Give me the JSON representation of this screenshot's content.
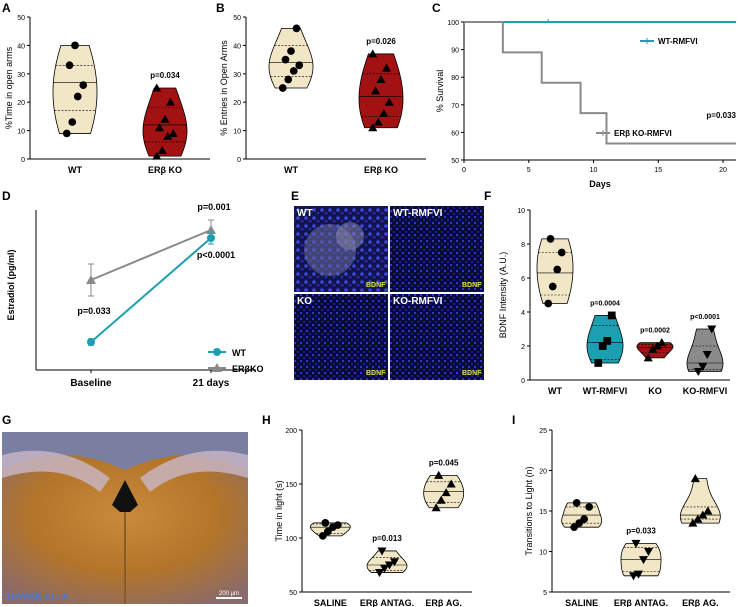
{
  "panels": {
    "A": "A",
    "B": "B",
    "C": "C",
    "D": "D",
    "E": "E",
    "F": "F",
    "G": "G",
    "H": "H",
    "I": "I"
  },
  "colors": {
    "beige": "#f1e7c7",
    "darkred": "#a31212",
    "teal": "#1c9fb0",
    "gray": "#8a8a8a",
    "black": "#000000"
  },
  "chart_data": [
    {
      "id": "A",
      "type": "violin",
      "ylabel": "%Time in open arms",
      "ylim": [
        0,
        50
      ],
      "yticks": [
        0,
        10,
        20,
        30,
        40,
        50
      ],
      "categories": [
        "WT",
        "ERβ KO"
      ],
      "groups": [
        {
          "category": "WT",
          "color": "#f1e7c7",
          "marker": "circle",
          "values": [
            9,
            13,
            22,
            26,
            33,
            40
          ],
          "q": [
            17,
            27,
            33
          ]
        },
        {
          "category": "ERβ KO",
          "color": "#a31212",
          "marker": "triangle",
          "values": [
            1,
            3,
            8,
            9,
            11,
            14,
            20,
            25
          ],
          "q": [
            6,
            12,
            18
          ]
        }
      ],
      "annotations": [
        {
          "category": "ERβ KO",
          "text": "p=0.034"
        }
      ]
    },
    {
      "id": "B",
      "type": "violin",
      "ylabel": "% Entries in Open Arms",
      "ylim": [
        0,
        50
      ],
      "yticks": [
        0,
        10,
        20,
        30,
        40,
        50
      ],
      "categories": [
        "WT",
        "ERβ KO"
      ],
      "groups": [
        {
          "category": "WT",
          "color": "#f1e7c7",
          "marker": "circle",
          "values": [
            25,
            28,
            31,
            33,
            35,
            38,
            46
          ],
          "q": [
            29,
            34,
            40
          ]
        },
        {
          "category": "ERβ KO",
          "color": "#a31212",
          "marker": "triangle",
          "values": [
            11,
            13,
            16,
            20,
            24,
            28,
            32,
            37
          ],
          "q": [
            15,
            22,
            30
          ]
        }
      ],
      "annotations": [
        {
          "category": "ERβ KO",
          "text": "p=0.026"
        }
      ]
    },
    {
      "id": "C",
      "type": "line",
      "xlabel": "Days",
      "ylabel": "% Survival",
      "xlim": [
        0,
        21
      ],
      "xticks": [
        0,
        5,
        10,
        15,
        20
      ],
      "ylim": [
        50,
        100
      ],
      "yticks": [
        50,
        60,
        70,
        80,
        90,
        100
      ],
      "series": [
        {
          "name": "WT-RMFVI",
          "color": "#1c9fb0",
          "x": [
            0,
            21
          ],
          "y": [
            100,
            100
          ]
        },
        {
          "name": "ERβ KO-RMFVI",
          "color": "#8a8a8a",
          "x": [
            0,
            3,
            3,
            6,
            6,
            9,
            9,
            11,
            11,
            21
          ],
          "y": [
            100,
            100,
            89,
            89,
            78,
            78,
            67,
            67,
            56,
            56
          ]
        }
      ],
      "annotations": [
        {
          "text": "p=0.033"
        }
      ]
    },
    {
      "id": "D",
      "type": "line",
      "ylabel": "Estradiol (pg/ml)",
      "ylim": [
        20,
        60
      ],
      "categories": [
        "Baseline",
        "21 days"
      ],
      "series": [
        {
          "name": "WT",
          "color": "#1c9fb0",
          "marker": "circle",
          "values": [
            27,
            53
          ],
          "err": [
            0.8,
            1.5
          ]
        },
        {
          "name": "ERβKO",
          "color": "#8a8a8a",
          "marker": "triangle",
          "values": [
            42.5,
            55
          ],
          "err": [
            4,
            2.5
          ]
        }
      ],
      "annotations": [
        {
          "text": "p=0.033"
        },
        {
          "text": "p=0.001"
        },
        {
          "text": "p<0.0001"
        }
      ]
    },
    {
      "id": "E",
      "type": "image",
      "labels": [
        "WT",
        "WT-RMFVI",
        "KO",
        "KO-RMFVI"
      ],
      "stain": "BDNF"
    },
    {
      "id": "F",
      "type": "violin",
      "ylabel": "BDNF Intensity (A.U.)",
      "ylim": [
        0,
        10
      ],
      "yticks": [
        0,
        2,
        4,
        6,
        8,
        10
      ],
      "categories": [
        "WT",
        "WT-RMFVI",
        "KO",
        "KO-RMFVI"
      ],
      "groups": [
        {
          "category": "WT",
          "color": "#f1e7c7",
          "marker": "circle",
          "values": [
            4.5,
            5.5,
            6.5,
            7.5,
            8.3
          ],
          "q": [
            5,
            6.3,
            7.5
          ]
        },
        {
          "category": "WT-RMFVI",
          "color": "#1c9fb0",
          "marker": "square",
          "values": [
            1,
            2,
            2.3,
            3.8
          ],
          "q": [
            1.2,
            2.2,
            3.2
          ]
        },
        {
          "category": "KO",
          "color": "#a31212",
          "marker": "triangle",
          "values": [
            1.3,
            1.8,
            2,
            2.2
          ],
          "q": [
            1.6,
            1.9,
            2.1
          ]
        },
        {
          "category": "KO-RMFVI",
          "color": "#8a8a8a",
          "marker": "triangle-down",
          "values": [
            0.5,
            0.8,
            1.5,
            3
          ],
          "q": [
            0.6,
            1.0,
            2.0
          ]
        }
      ],
      "annotations": [
        {
          "category": "WT-RMFVI",
          "text": "p=0.0004"
        },
        {
          "category": "KO",
          "text": "p=0.0002"
        },
        {
          "category": "KO-RMFVI",
          "text": "p<0.0001"
        }
      ]
    },
    {
      "id": "G",
      "type": "image",
      "labels": [
        "TRYPAN BLUE"
      ],
      "scalebar": "200 µm"
    },
    {
      "id": "H",
      "type": "violin",
      "ylabel": "Time in light (s)",
      "ylim": [
        50,
        200
      ],
      "yticks": [
        50,
        100,
        150,
        200
      ],
      "categories": [
        "SALINE",
        "ERβ ANTAG.",
        "ERβ AG."
      ],
      "groups": [
        {
          "category": "SALINE",
          "color": "#f1e7c7",
          "marker": "circle",
          "values": [
            102,
            106,
            110,
            112,
            114
          ],
          "q": [
            104,
            110,
            113
          ]
        },
        {
          "category": "ERβ ANTAG.",
          "color": "#f1e7c7",
          "marker": "triangle-down",
          "values": [
            68,
            72,
            75,
            78,
            88
          ],
          "q": [
            70,
            75,
            82
          ]
        },
        {
          "category": "ERβ AG.",
          "color": "#f1e7c7",
          "marker": "triangle",
          "values": [
            128,
            135,
            142,
            150,
            158
          ],
          "q": [
            133,
            143,
            152
          ]
        }
      ],
      "annotations": [
        {
          "category": "ERβ ANTAG.",
          "text": "p=0.013"
        },
        {
          "category": "ERβ AG.",
          "text": "p=0.045"
        }
      ]
    },
    {
      "id": "I",
      "type": "violin",
      "ylabel": "Transitions to Light (n)",
      "ylim": [
        5,
        25
      ],
      "yticks": [
        5,
        10,
        15,
        20,
        25
      ],
      "categories": [
        "SALINE",
        "ERβ ANTAG.",
        "ERβ AG."
      ],
      "groups": [
        {
          "category": "SALINE",
          "color": "#f1e7c7",
          "marker": "circle",
          "values": [
            13,
            13.5,
            14,
            15.5,
            16
          ],
          "q": [
            13.5,
            14.5,
            15.5
          ]
        },
        {
          "category": "ERβ ANTAG.",
          "color": "#f1e7c7",
          "marker": "triangle-down",
          "values": [
            7,
            7.2,
            9,
            10,
            11
          ],
          "q": [
            7.5,
            9,
            10.5
          ]
        },
        {
          "category": "ERβ AG.",
          "color": "#f1e7c7",
          "marker": "triangle",
          "values": [
            13.5,
            14,
            14.5,
            15,
            19
          ],
          "q": [
            14,
            14.5,
            15.5
          ]
        }
      ],
      "annotations": [
        {
          "category": "ERβ ANTAG.",
          "text": "p=0.033"
        }
      ]
    }
  ]
}
